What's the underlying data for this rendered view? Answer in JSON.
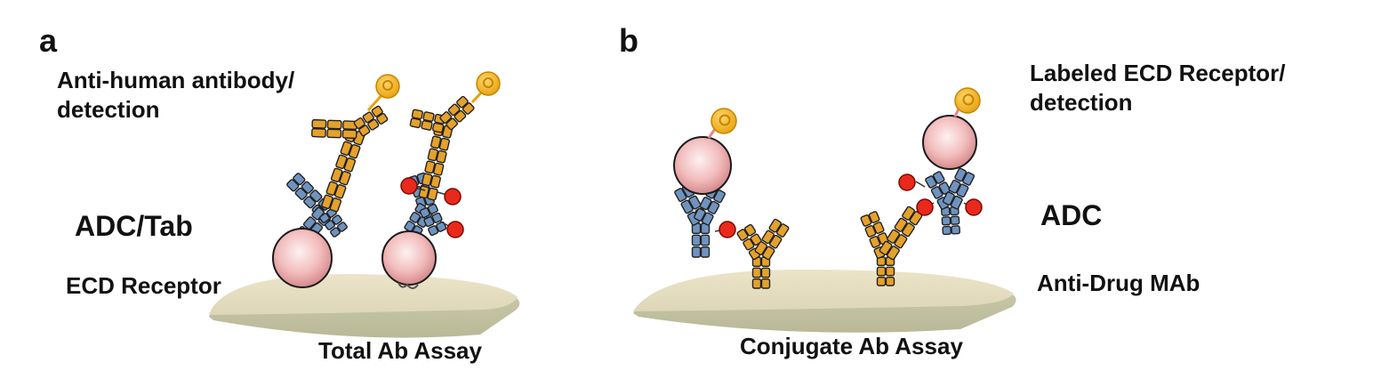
{
  "panels": {
    "a": {
      "letter": "a",
      "detection_label_line1": "Anti-human antibody/",
      "detection_label_line2": "detection",
      "analyte_label": "ADC/Tab",
      "surface_label": "ECD Receptor",
      "assay_label": "Total Ab Assay"
    },
    "b": {
      "letter": "b",
      "detection_label_line1": "Labeled ECD Receptor/",
      "detection_label_line2": "detection",
      "analyte_label": "ADC",
      "surface_label": "Anti-Drug MAb",
      "assay_label": "Conjugate Ab Assay"
    }
  },
  "colors": {
    "antibody_blue": "#6f93c0",
    "antibody_orange": "#e5a12a",
    "receptor_pink": "#f2bcbc",
    "drug_red": "#e8291c",
    "label_gold": "#f0ab16",
    "plate": "#ddd6b8"
  },
  "icons": [
    "elisa-plate",
    "antibody-y",
    "receptor-sphere",
    "drug-payload",
    "detection-label"
  ]
}
